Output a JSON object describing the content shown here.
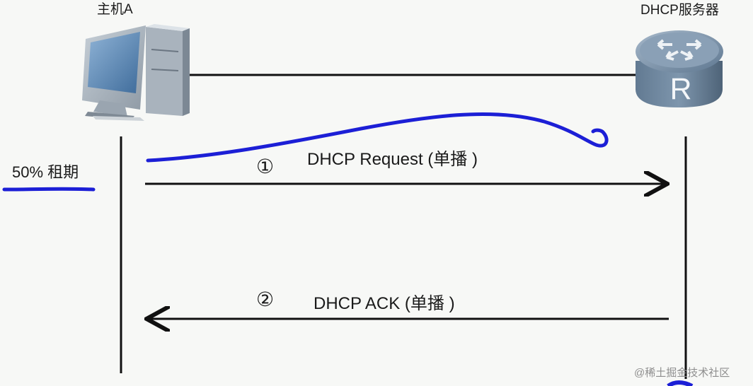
{
  "host": {
    "title": "主机A",
    "icon": "desktop-computer-icon"
  },
  "server": {
    "title": "DHCP服务器",
    "icon": "router-icon",
    "badge": "R"
  },
  "lease": {
    "label": "50% 租期"
  },
  "messages": [
    {
      "step": "①",
      "text": "DHCP Request (单播 )",
      "direction": "host-to-server"
    },
    {
      "step": "②",
      "text": "DHCP ACK (单播 )",
      "direction": "server-to-host"
    }
  ],
  "annotations": {
    "ink_color": "#1c1fd6",
    "line_color": "#111111"
  },
  "watermark": "@稀土掘金技术社区"
}
